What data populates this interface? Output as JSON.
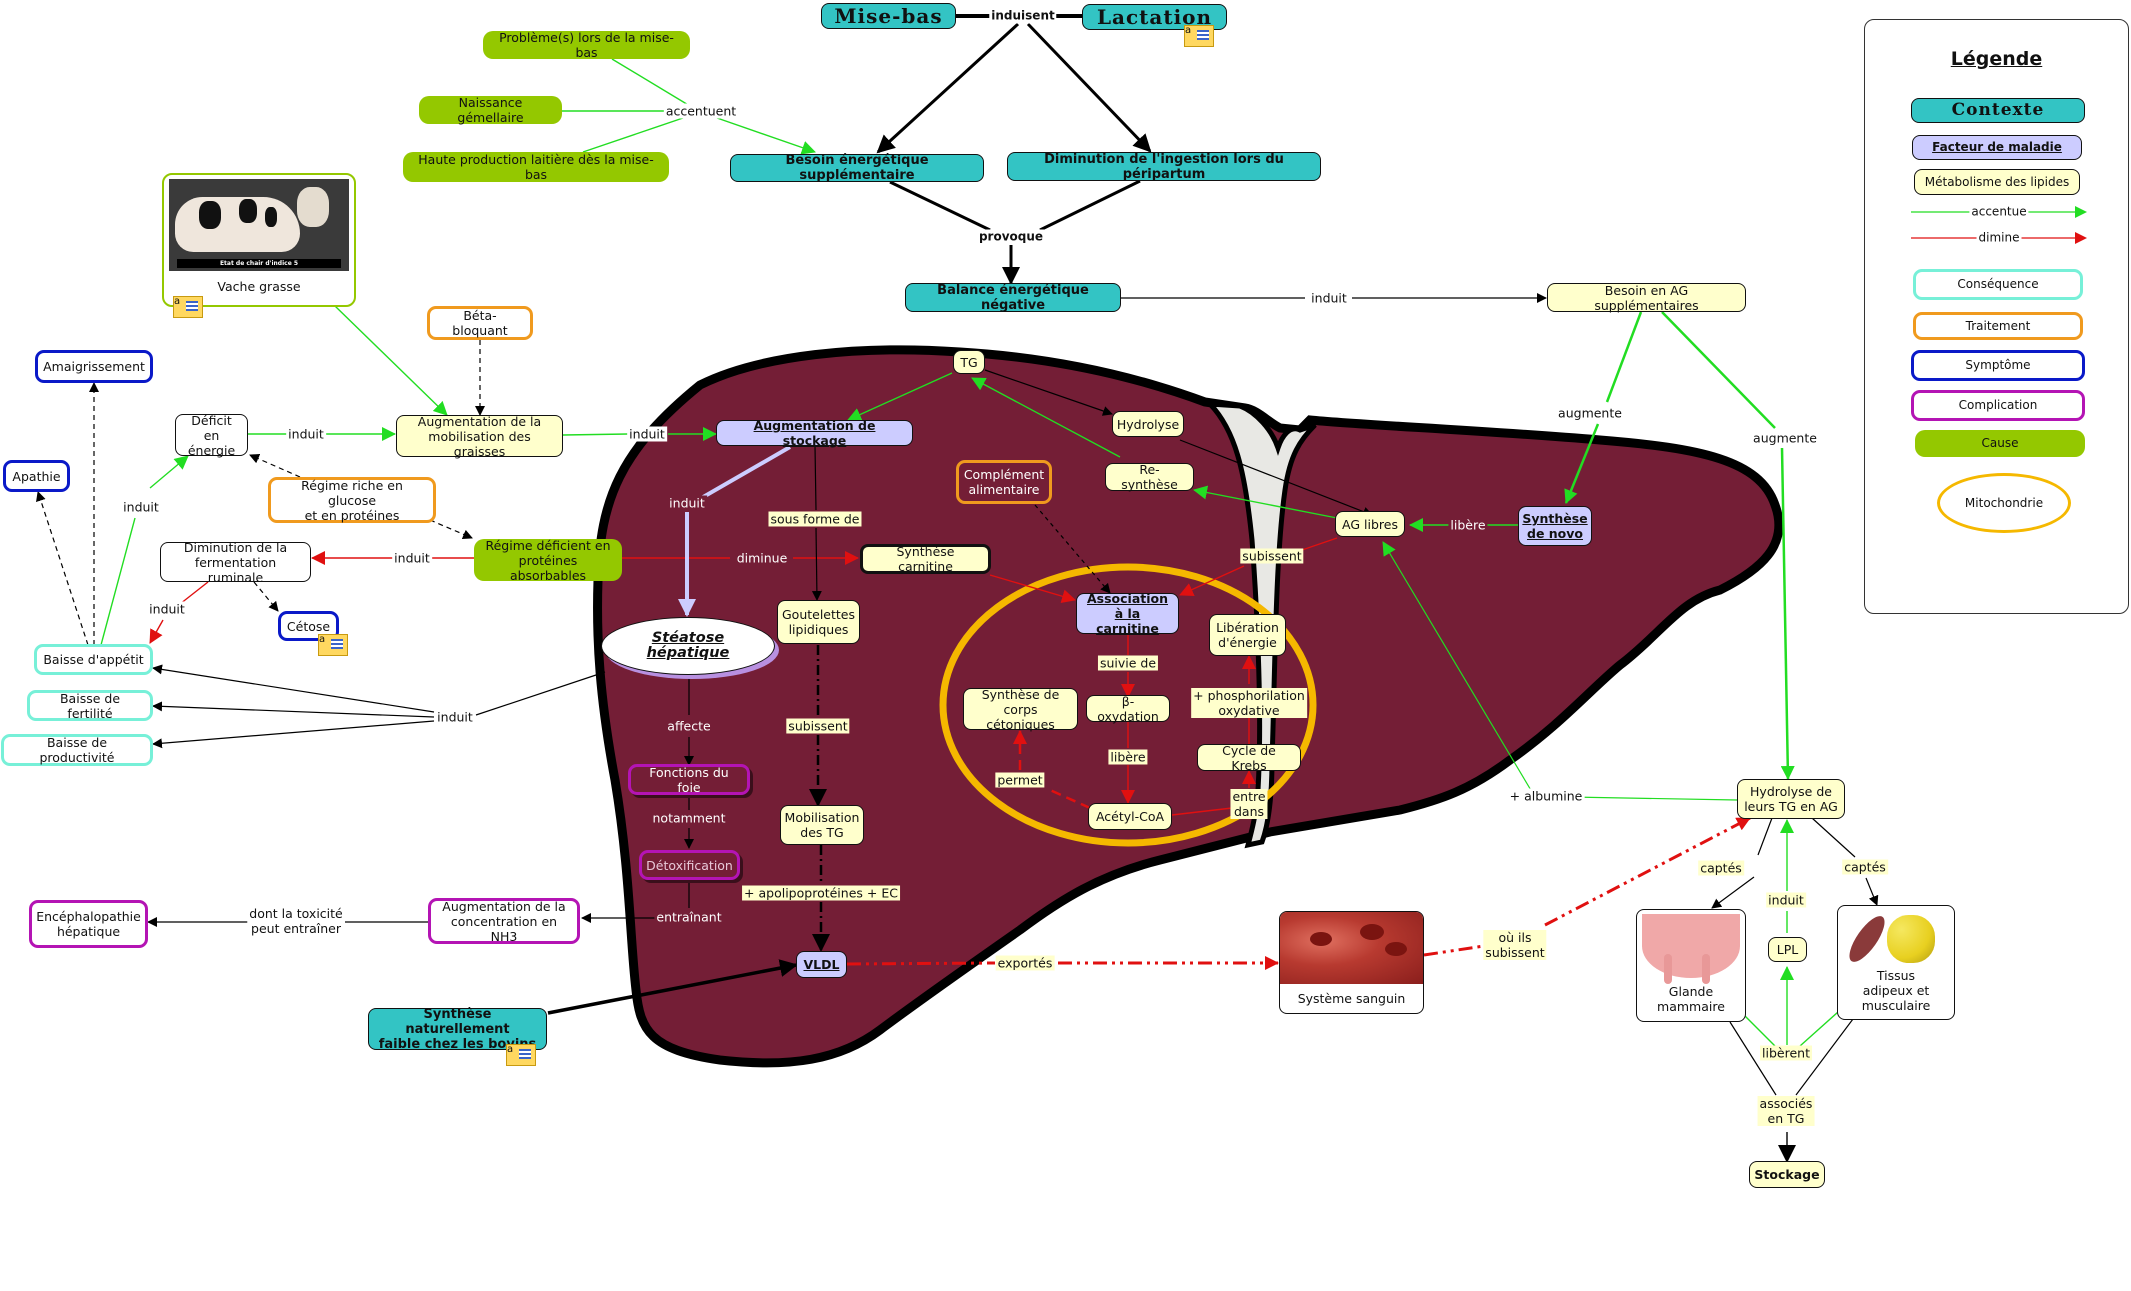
{
  "context": {
    "mise_bas": "Mise-bas",
    "lactation": "Lactation",
    "induisent": "induisent",
    "besoin_energetique": "Besoin énergétique supplémentaire",
    "diminution_ingestion": "Diminution de l'ingestion lors du péripartum",
    "provoque": "provoque",
    "balance": "Balance énergétique négative",
    "synthese_naturelle": "Synthèse naturellement\nfaible chez les bovins"
  },
  "causes": {
    "probleme_mise_bas": "Problème(s) lors de la mise-bas",
    "naissance_gemellaire": "Naissance gémellaire",
    "haute_production": "Haute production laitière dès la mise-bas",
    "accentuent": "accentuent",
    "regime_deficient": "Régime déficient en\nprotéines absorbables"
  },
  "vache": {
    "caption": "Vache grasse",
    "photo_caption": "Etat de chair d'indice 5"
  },
  "treatments": {
    "beta_bloquant": "Béta-bloquant",
    "regime_riche": "Régime riche en glucose\net en protéines",
    "complement": "Complément\nalimentaire"
  },
  "symptoms": {
    "amaigrissement": "Amaigrissement",
    "apathie": "Apathie",
    "cetose": "Cétose"
  },
  "consequences": {
    "baisse_appetit": "Baisse d'appétit",
    "baisse_fertilite": "Baisse de fertilité",
    "baisse_productivite": "Baisse de productivité"
  },
  "complications": {
    "encephalopathie": "Encéphalopathie\nhépatique",
    "augmentation_nh3": "Augmentation de la\nconcentration en NH3",
    "fonctions_foie": "Fonctions du foie",
    "detoxification": "Détoxification"
  },
  "nodes": {
    "deficit_energie": "Déficit en\nénergie",
    "diminution_fermentation": "Diminution de la\nfermentation ruminale",
    "augmentation_mobilisation": "Augmentation de la\nmobilisation des graisses",
    "besoin_ag": "Besoin en AG supplémentaires",
    "augmentation_stockage": "Augmentation de stockage",
    "steatose": "Stéatose hépatique",
    "tg": "TG",
    "hydrolyse": "Hydrolyse",
    "resynthese": "Re-synthèse",
    "ag_libres": "AG libres",
    "synthese_novo": "Synthèse\nde novo",
    "synthese_carnitine": "Synthèse carnitine",
    "goutelettes": "Goutelettes\nlipidiques",
    "mobilisation_tg": "Mobilisation\ndes TG",
    "vldl": "VLDL",
    "association_carnitine": "Association\nà la carnitine",
    "beta_oxydation": "β-oxydation",
    "acetyl_coa": "Acétyl-CoA",
    "corps_cetoniques": "Synthèse de\ncorps cétoniques",
    "cycle_krebs": "Cycle de Krebs",
    "liberation_energie": "Libération\nd'énergie",
    "systeme_sanguin": "Système sanguin",
    "hydrolyse_tg_ag": "Hydrolyse de\nleurs TG en AG",
    "glande_mammaire": "Glande\nmammaire",
    "tissus": "Tissus\nadipeux et\nmusculaire",
    "lpl": "LPL",
    "stockage": "Stockage"
  },
  "links": {
    "induit": "induit",
    "diminue": "diminue",
    "sous_forme_de": "sous forme de",
    "subissent": "subissent",
    "affecte": "affecte",
    "notamment": "notamment",
    "entrainant": "entraînant",
    "dont_toxicite": "dont la toxicité\npeut entraîner",
    "apolipo": "+ apolipoprotéines + EC",
    "exportes": "exportés",
    "ou_ils_subissent": "où ils\nsubissent",
    "augmente": "augmente",
    "libere": "libère",
    "suivie_de": "suivie de",
    "permet": "permet",
    "entre_dans": "entre\ndans",
    "phosphorilation": "+ phosphorilation\noxydative",
    "albumine": "+ albumine",
    "captes": "captés",
    "liberent": "libèrent",
    "associes_tg": "associés\nen TG"
  },
  "legend": {
    "title": "Légende",
    "contexte": "Contexte",
    "facteur": "Facteur de maladie",
    "metabolisme": "Métabolisme des lipides",
    "accentue": "accentue",
    "dimine": "dimine",
    "consequence": "Conséquence",
    "traitement": "Traitement",
    "symptome": "Symptôme",
    "complication": "Complication",
    "cause": "Cause",
    "mitochondrie": "Mitochondrie"
  },
  "colors": {
    "contexte": "#33c4c4",
    "facteur": "#ccccff",
    "metabolisme": "#ffffcc",
    "accentue": "#22dd22",
    "dimine": "#e01010",
    "consequence": "#77f0d8",
    "traitement": "#f09a1e",
    "symptome": "#0a19c8",
    "complication": "#b414b4",
    "cause": "#94c800",
    "mitochondrie": "#f5b800",
    "liver": "#741e36"
  }
}
